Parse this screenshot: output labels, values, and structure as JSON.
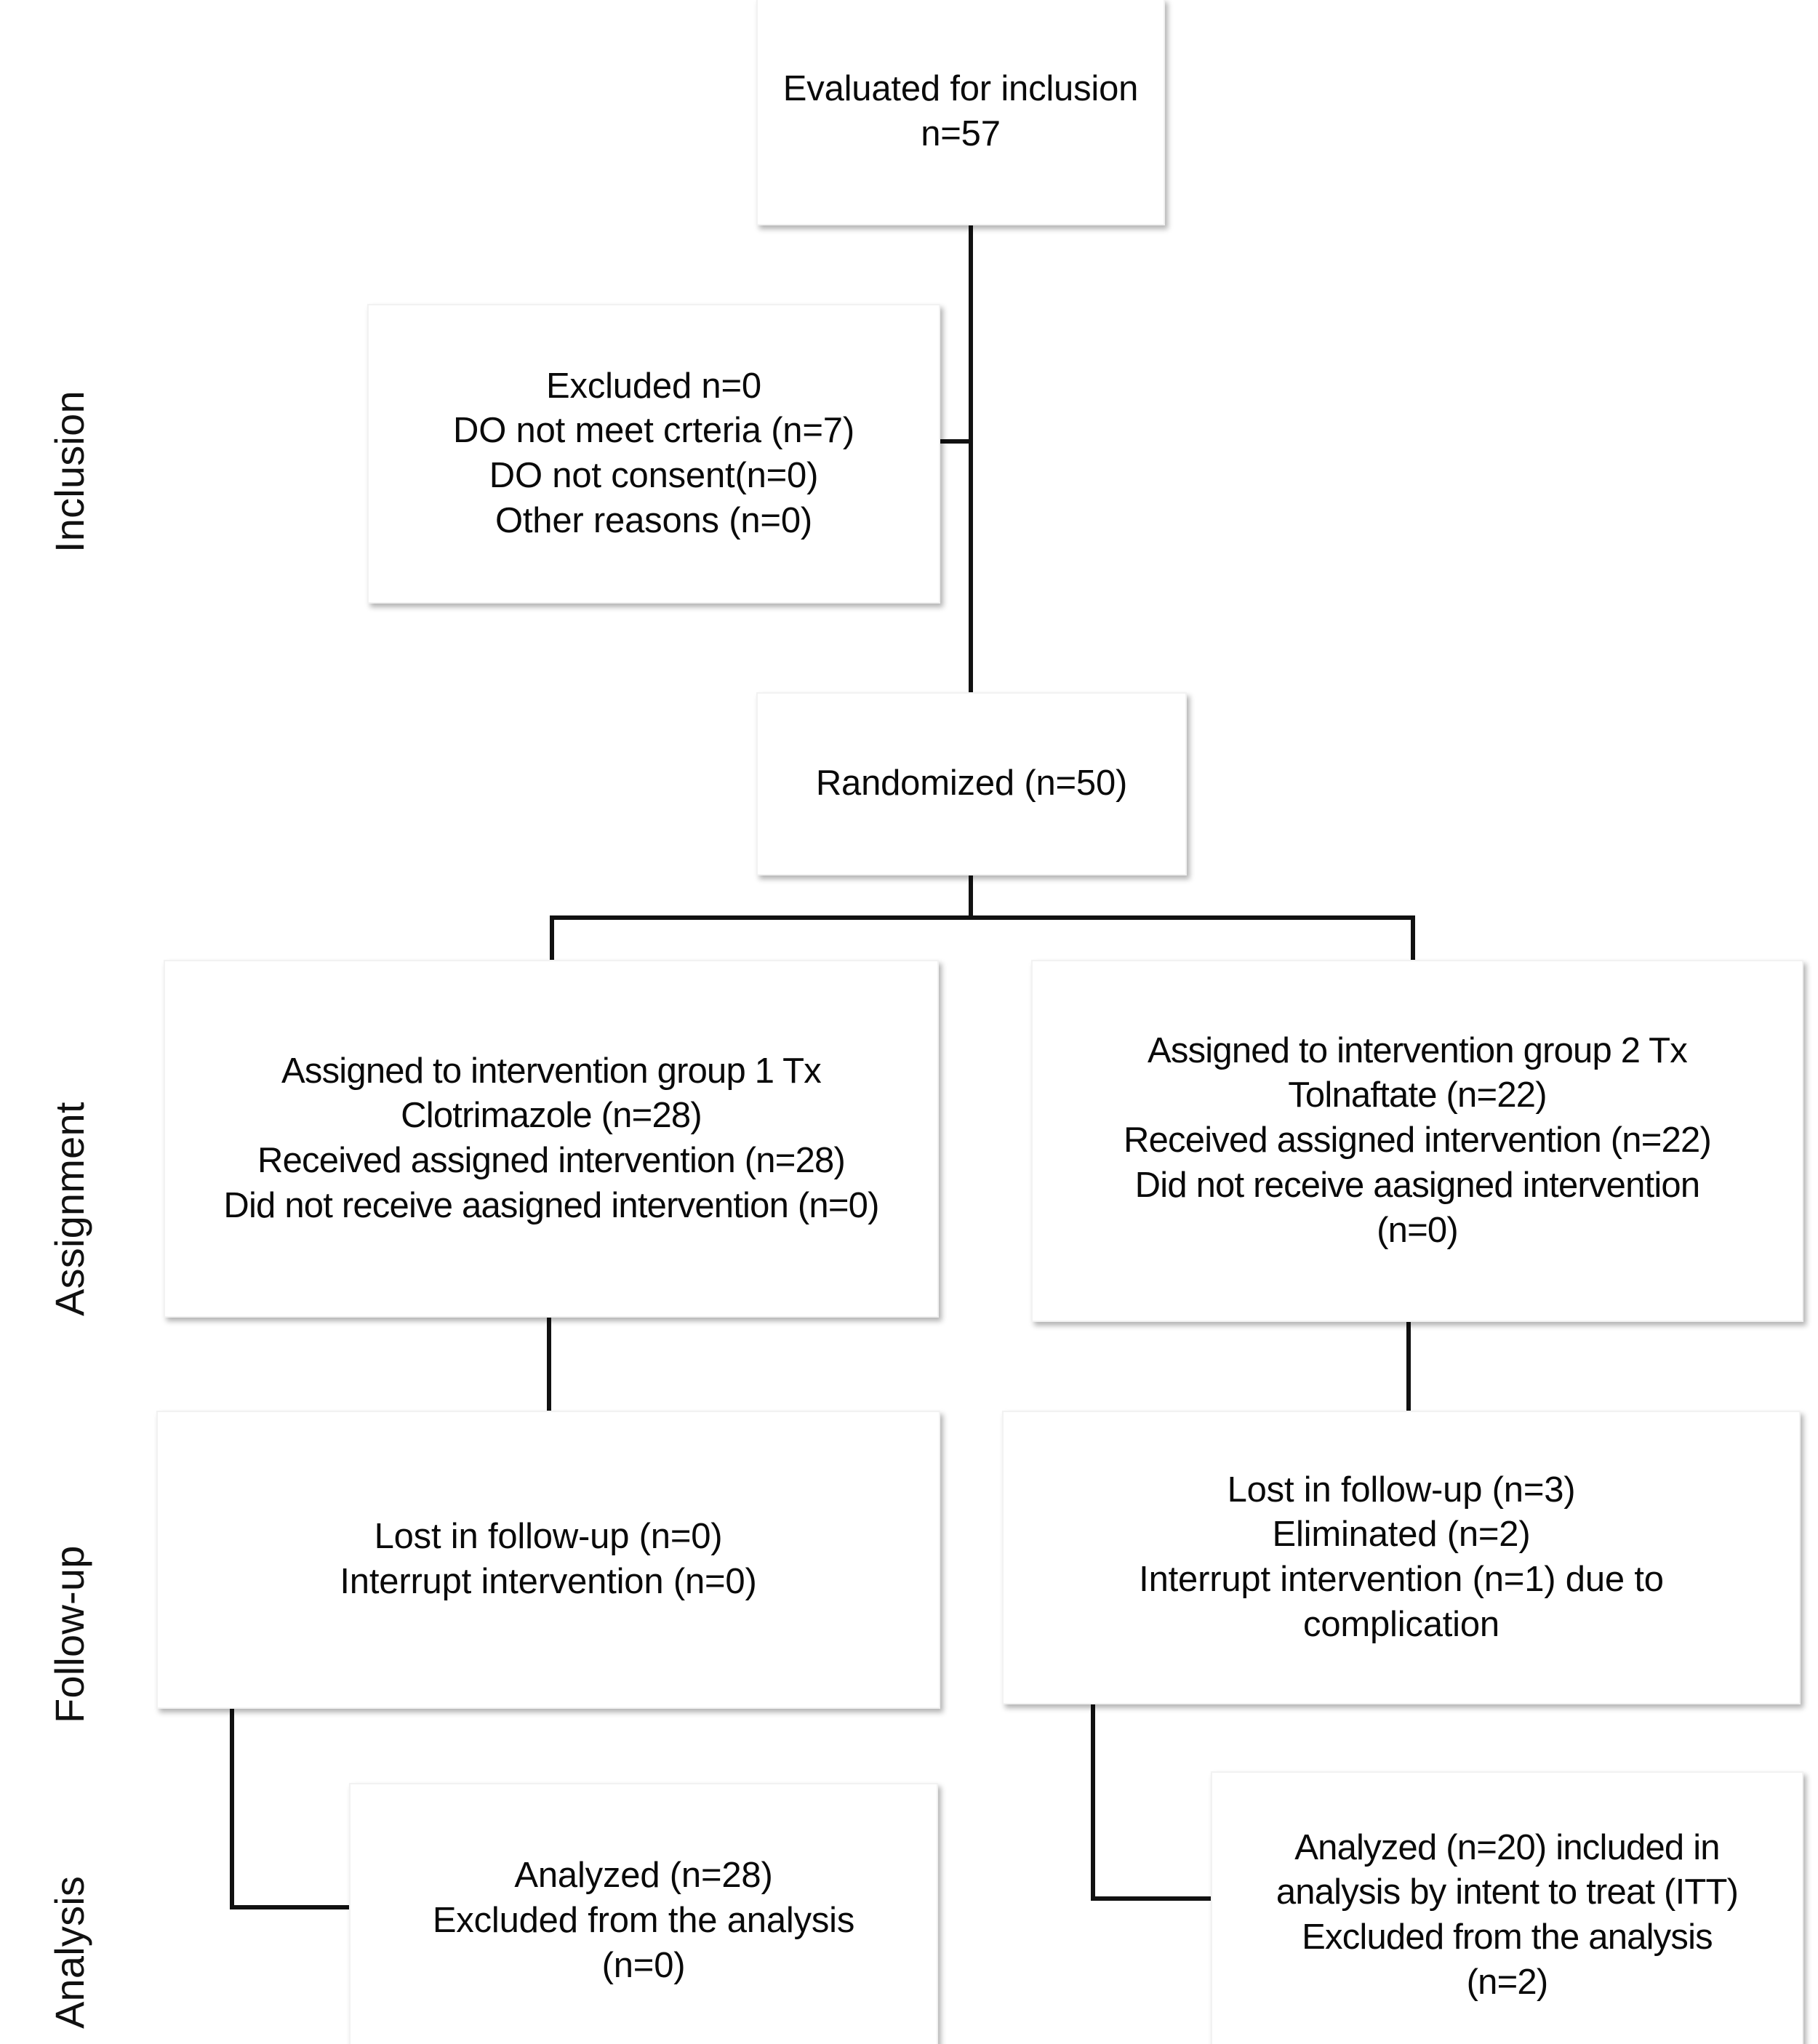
{
  "diagram": {
    "type": "consort-flow-diagram",
    "stages": [
      {
        "id": "inclusion",
        "label": "Inclusion"
      },
      {
        "id": "assignment",
        "label": "Assignment"
      },
      {
        "id": "followup",
        "label": "Follow-up"
      },
      {
        "id": "analysis",
        "label": "Analysis"
      }
    ],
    "nodes": {
      "evaluated": {
        "text": "Evaluated for inclusion\nn=57"
      },
      "excluded": {
        "text": "Excluded n=0\nDO not meet crteria (n=7)\nDO not consent(n=0)\nOther reasons (n=0)"
      },
      "randomized": {
        "text": "Randomized (n=50)"
      },
      "assigned_left": {
        "text": "Assigned to intervention group 1 Tx\nClotrimazole (n=28)\nReceived assigned intervention (n=28)\nDid not receive aasigned intervention (n=0)"
      },
      "assigned_right": {
        "text": "Assigned to intervention group 2 Tx\nTolnaftate (n=22)\nReceived assigned intervention (n=22)\nDid not receive aasigned intervention\n(n=0)"
      },
      "followup_left": {
        "text": "Lost in follow-up (n=0)\nInterrupt intervention (n=0)"
      },
      "followup_right": {
        "text": "Lost in follow-up (n=3)\nEliminated (n=2)\nInterrupt intervention (n=1) due to\ncomplication"
      },
      "analysis_left": {
        "text": "Analyzed (n=28)\nExcluded from the analysis\n(n=0)"
      },
      "analysis_right": {
        "text": "Analyzed (n=20) included in\nanalysis by intent to treat (ITT)\nExcluded from the analysis\n(n=2)"
      }
    },
    "counts": {
      "evaluated_n": 57,
      "excluded_total_n": 0,
      "excluded_not_meet_criteria_n": 7,
      "excluded_not_consent_n": 0,
      "excluded_other_reasons_n": 0,
      "randomized_n": 50,
      "group1_assigned_n": 28,
      "group1_received_n": 28,
      "group1_not_received_n": 0,
      "group2_assigned_n": 22,
      "group2_received_n": 22,
      "group2_not_received_n": 0,
      "group1_lost_followup_n": 0,
      "group1_interrupted_n": 0,
      "group2_lost_followup_n": 3,
      "group2_eliminated_n": 2,
      "group2_interrupted_n": 1,
      "group1_analyzed_n": 28,
      "group1_excluded_from_analysis_n": 0,
      "group2_analyzed_n": 20,
      "group2_excluded_from_analysis_n": 2
    },
    "colors": {
      "background": "#ffffff",
      "text": "#0a0a0a",
      "box_border": "#f2f2f2",
      "connector": "#111111"
    }
  }
}
